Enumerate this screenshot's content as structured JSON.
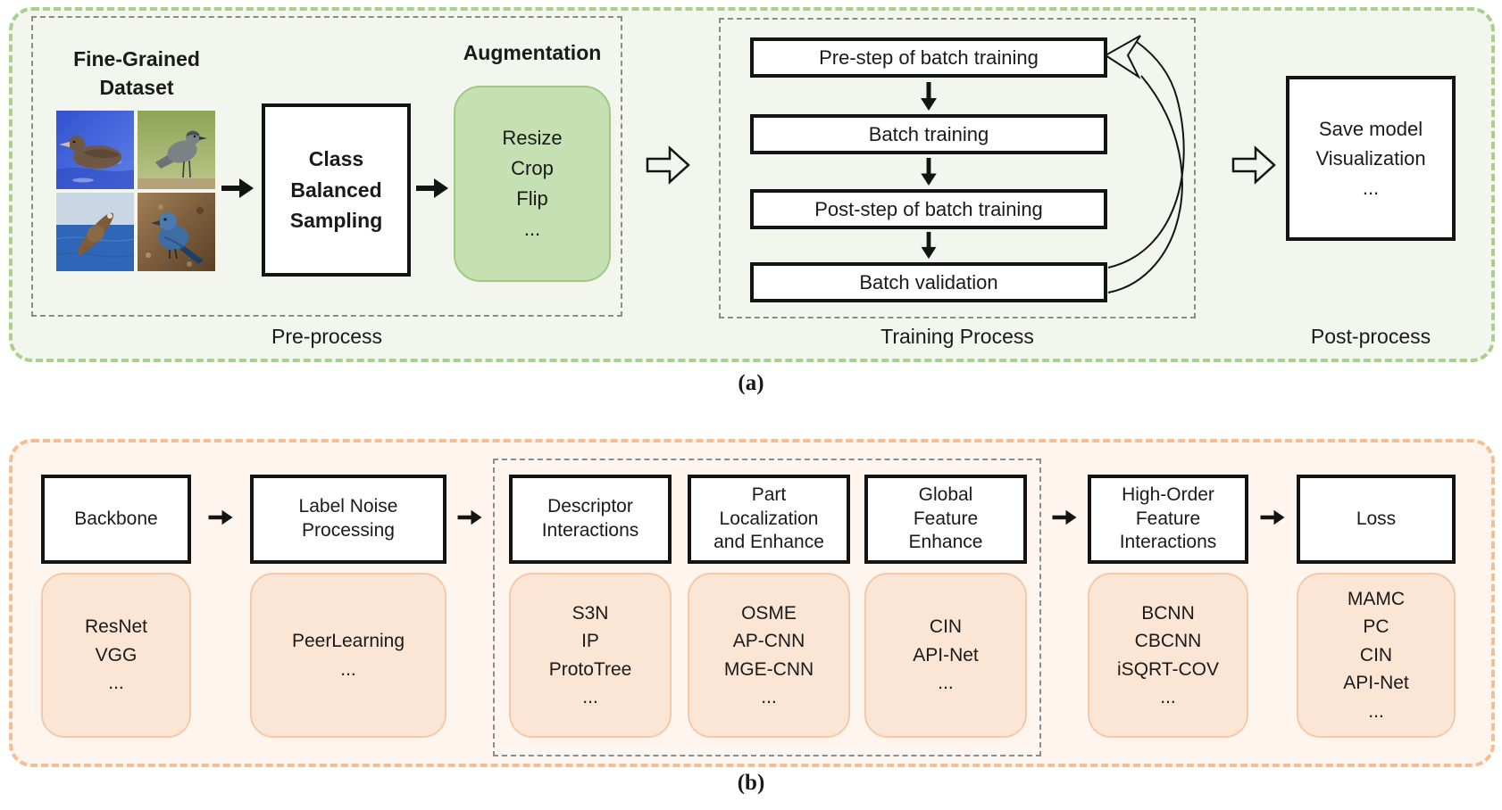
{
  "figure_caption_a": "(a)",
  "figure_caption_b": "(b)",
  "colors": {
    "green-border": "#a9d08d",
    "green-panel-bg": "#f3f6ef",
    "green-box-fill": "#c5e0b3",
    "green-box-border": "#9fc983",
    "orange-border": "#f5bd92",
    "orange-panel-bg": "#fdf5ee",
    "orange-box-fill": "#fbe5d5",
    "orange-box-border": "#f4c9a8",
    "black-box-border": "#141414",
    "dash-gray": "#8c8c8c",
    "text-color": "#1a1a1a"
  },
  "section_a": {
    "pre_process": {
      "label": "Pre-process",
      "dataset_title": "Fine-Grained\nDataset",
      "images": [
        "albatross-swimming-photo",
        "gray-catbird-photo",
        "albatross-flying-photo",
        "blue-bird-photo"
      ],
      "sampling_box": "Class\nBalanced\nSampling",
      "augmentation_title": "Augmentation",
      "augmentation_box": "Resize\nCrop\nFlip\n..."
    },
    "training_process": {
      "label": "Training Process",
      "steps": [
        "Pre-step of batch training",
        "Batch training",
        "Post-step of batch training",
        "Batch validation"
      ]
    },
    "post_process": {
      "label": "Post-process",
      "output_box": "Save model\nVisualization\n..."
    }
  },
  "section_b": {
    "columns": [
      {
        "title": "Backbone",
        "items": "ResNet\nVGG\n..."
      },
      {
        "title": "Label Noise\nProcessing",
        "items": "PeerLearning\n..."
      },
      {
        "title": "Descriptor\nInteractions",
        "items": "S3N\nIP\nProtoTree\n..."
      },
      {
        "title": "Part\nLocalization\nand Enhance",
        "items": "OSME\nAP-CNN\nMGE-CNN\n..."
      },
      {
        "title": "Global\nFeature\nEnhance",
        "items": "CIN\nAPI-Net\n..."
      },
      {
        "title": "High-Order\nFeature\nInteractions",
        "items": "BCNN\nCBCNN\niSQRT-COV\n..."
      },
      {
        "title": "Loss",
        "items": "MAMC\nPC\nCIN\nAPI-Net\n..."
      }
    ]
  }
}
